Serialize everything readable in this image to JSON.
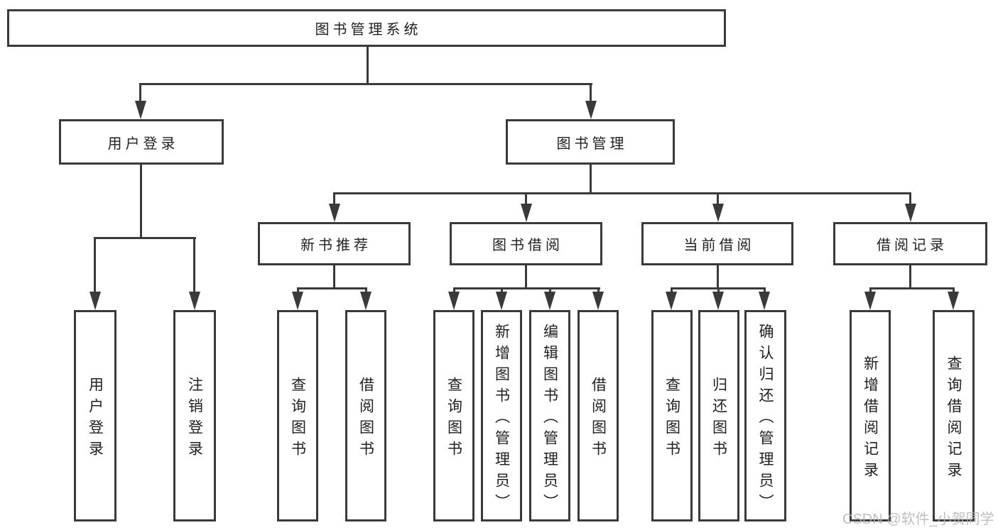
{
  "tree": {
    "label": "图书管理系统",
    "children": [
      {
        "label": "用户登录",
        "children": [
          {
            "label": "用户登录"
          },
          {
            "label": "注销登录"
          }
        ]
      },
      {
        "label": "图书管理",
        "children": [
          {
            "label": "新书推荐",
            "children": [
              {
                "label": "查询图书"
              },
              {
                "label": "借阅图书"
              }
            ]
          },
          {
            "label": "图书借阅",
            "children": [
              {
                "label": "查询图书"
              },
              {
                "label": "新增图书（管理员）"
              },
              {
                "label": "编辑图书（管理员）"
              },
              {
                "label": "借阅图书"
              }
            ]
          },
          {
            "label": "当前借阅",
            "children": [
              {
                "label": "查询图书"
              },
              {
                "label": "归还图书"
              },
              {
                "label": "确认归还（管理员）"
              }
            ]
          },
          {
            "label": "借阅记录",
            "children": [
              {
                "label": "新增借阅记录"
              },
              {
                "label": "查询借阅记录"
              }
            ]
          }
        ]
      }
    ]
  },
  "watermark": {
    "text": "CSDN @软件_小贺同学"
  },
  "colors": {
    "line": "#3a3a3a",
    "box_border": "#3a3a3a",
    "box_background": "#ffffff",
    "text": "#212121",
    "watermark": "#b5b5b5",
    "page_background": "#ffffff"
  }
}
